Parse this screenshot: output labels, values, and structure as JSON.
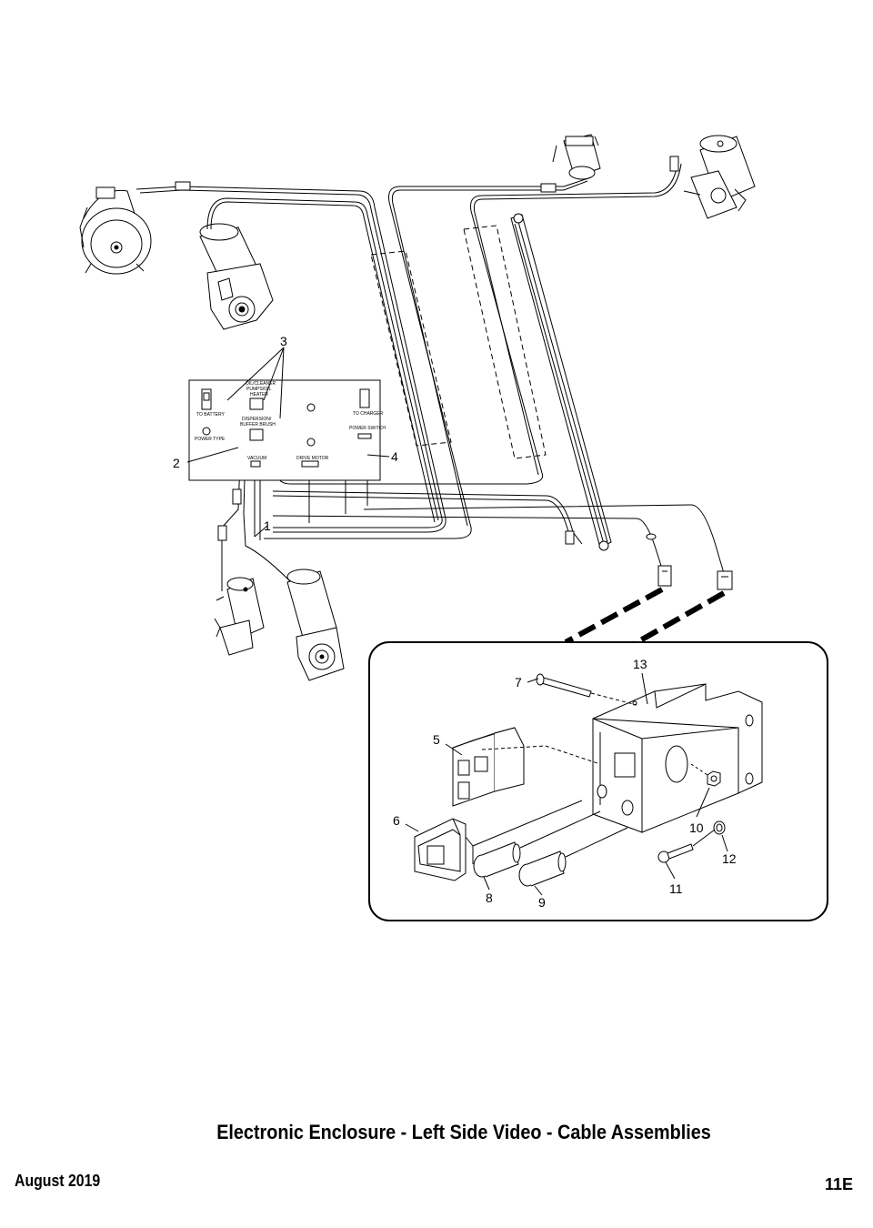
{
  "callouts": [
    "1",
    "2",
    "3",
    "4",
    "5",
    "6",
    "7",
    "8",
    "9",
    "10",
    "11",
    "12",
    "13"
  ],
  "panel_labels": {
    "to_battery": "TO BATTERY",
    "power_type": "POWER TYPE",
    "oil_cleaner": "OIL/CLEANER",
    "pumps_oil": "PUMPS/OIL",
    "heater": "HEATER",
    "dispersion": "DISPERSION/",
    "buffer_brush": "BUFFER BRUSH",
    "vacuum": "VACUUM",
    "drive_motor": "DRIVE MOTOR",
    "to_charger": "TO CHARGER",
    "power_switch": "POWER SWITCH"
  },
  "title": "Electronic Enclosure - Left Side Video - Cable Assemblies",
  "footer": {
    "date": "August 2019",
    "page": "11E"
  }
}
